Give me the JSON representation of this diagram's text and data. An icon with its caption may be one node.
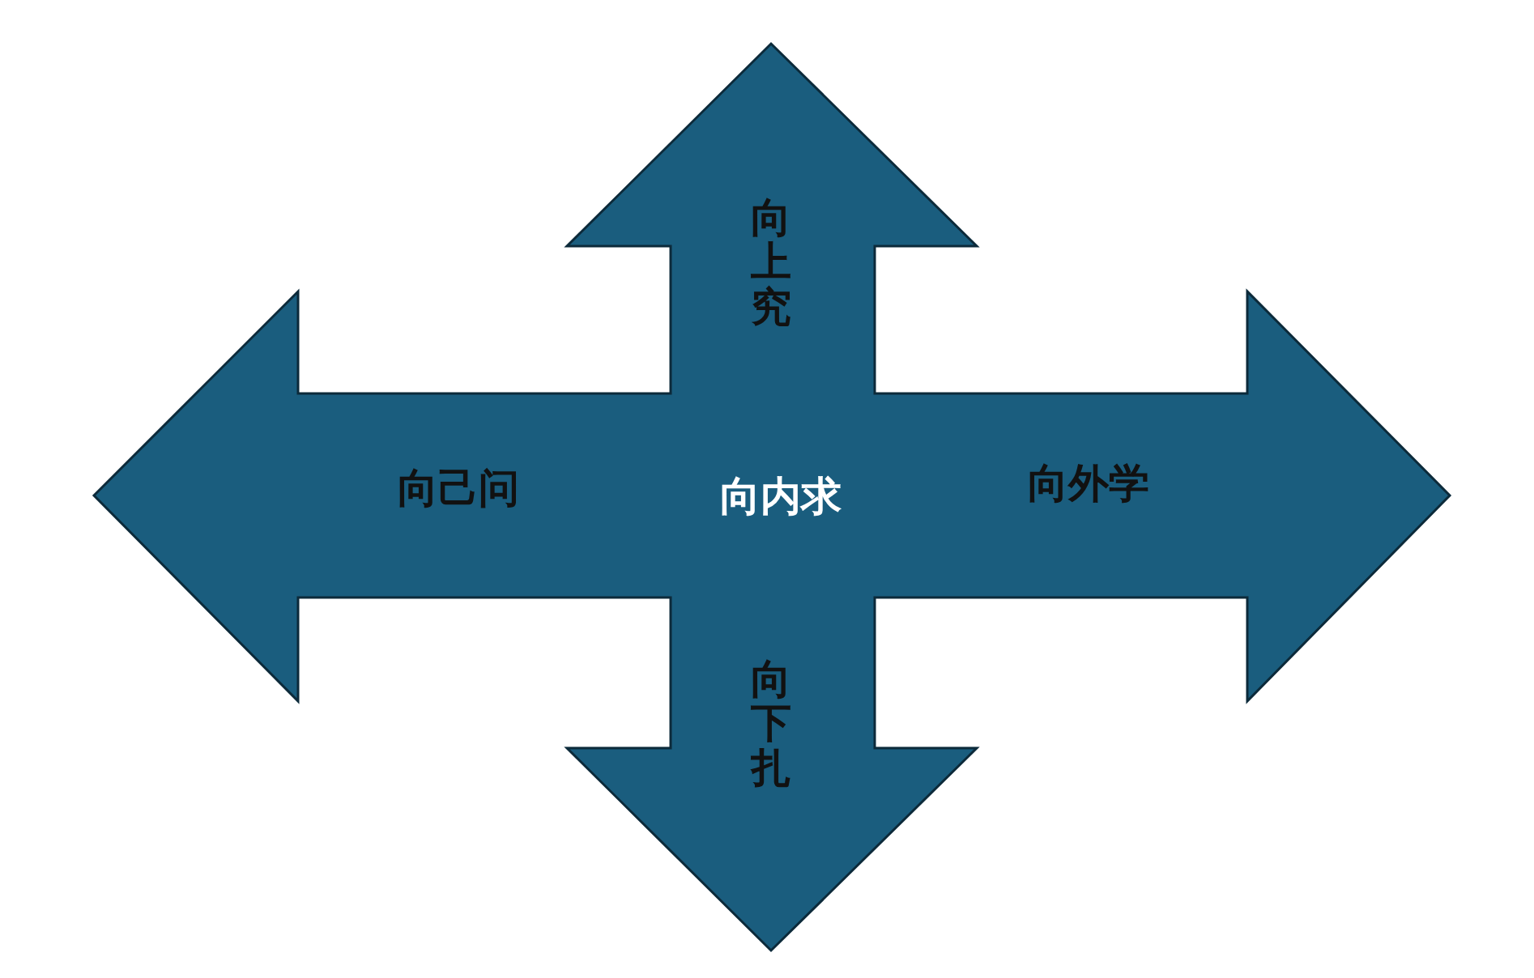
{
  "diagram": {
    "nodes": [
      {
        "text": [
          "向上究",
          "向己问",
          "向内求",
          "向外学",
          "向下扎"
        ]
      }
    ]
  }
}
